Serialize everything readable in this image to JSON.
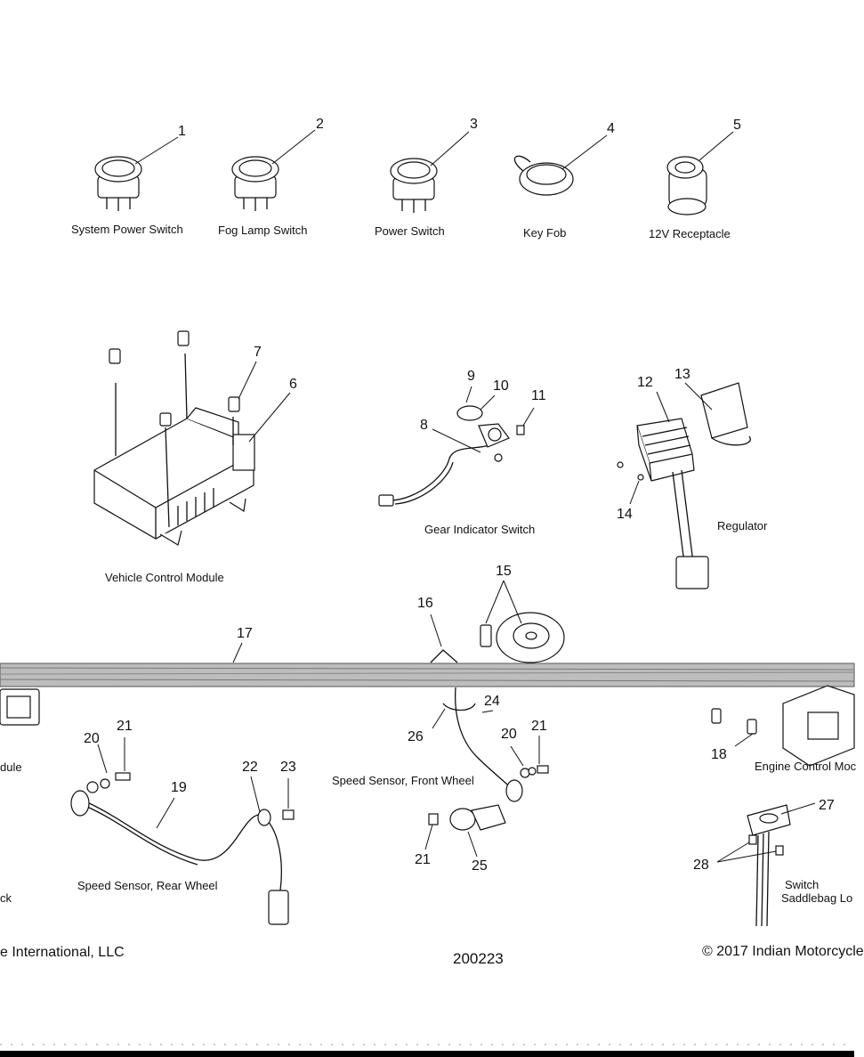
{
  "labels": {
    "system_power_switch": "System Power Switch",
    "fog_lamp_switch": "Fog Lamp Switch",
    "power_switch": "Power Switch",
    "key_fob": "Key Fob",
    "receptacle_12v": "12V Receptacle",
    "vehicle_control_module": "Vehicle Control Module",
    "gear_indicator_switch": "Gear Indicator Switch",
    "regulator": "Regulator",
    "speed_sensor_front": "Speed Sensor, Front Wheel",
    "speed_sensor_rear": "Speed Sensor, Rear Wheel",
    "engine_control_module": "Engine Control Moc",
    "module_left": "dule",
    "left_ck": "ck",
    "switch": "Switch",
    "saddlebag_lock": "Saddlebag Lo"
  },
  "callouts": [
    "1",
    "2",
    "3",
    "4",
    "5",
    "6",
    "7",
    "8",
    "9",
    "10",
    "11",
    "12",
    "13",
    "14",
    "15",
    "16",
    "17",
    "18",
    "19",
    "20",
    "20",
    "21",
    "21",
    "21",
    "22",
    "23",
    "24",
    "25",
    "26",
    "27",
    "28"
  ],
  "footer": {
    "left": "e International, LLC",
    "code": "200223",
    "copyright": "© 2017 Indian Motorcycle"
  },
  "colors": {
    "ink": "#111111",
    "harness": "#555555",
    "bottom_bar": "#000000"
  }
}
